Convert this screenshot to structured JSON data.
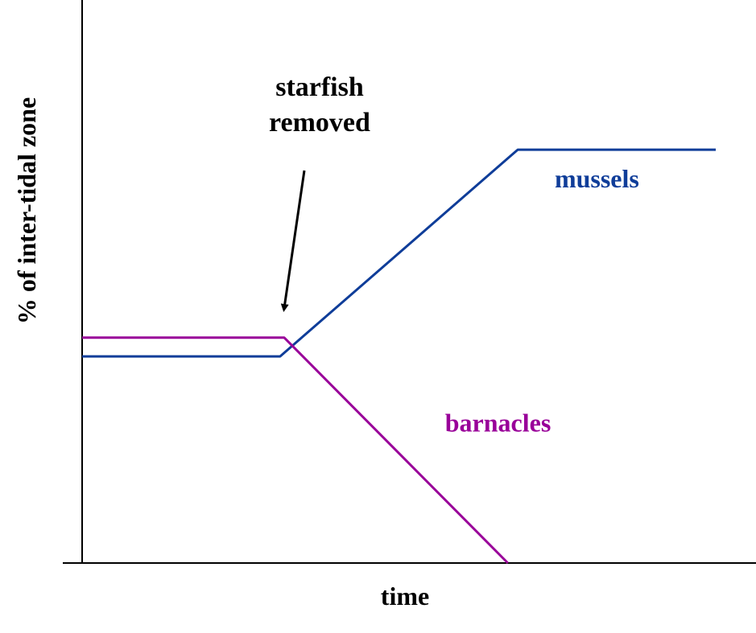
{
  "chart_data": {
    "type": "line",
    "xlabel": "time",
    "ylabel": "% of inter-tidal zone",
    "annotation": {
      "lines": [
        "starfish",
        "removed"
      ],
      "x": 10,
      "color": "#000000"
    },
    "xlim": [
      0,
      32
    ],
    "ylim": [
      0,
      28
    ],
    "series": [
      {
        "name": "mussels",
        "color": "#0f3d99",
        "points": [
          [
            0,
            11
          ],
          [
            10,
            11
          ],
          [
            22,
            22
          ],
          [
            32,
            22
          ]
        ],
        "label_anchor": [
          26,
          20
        ]
      },
      {
        "name": "barnacles",
        "color": "#990099",
        "points": [
          [
            0,
            12
          ],
          [
            10.2,
            12
          ],
          [
            21.5,
            0
          ]
        ],
        "label_anchor": [
          21,
          7
        ]
      }
    ]
  }
}
